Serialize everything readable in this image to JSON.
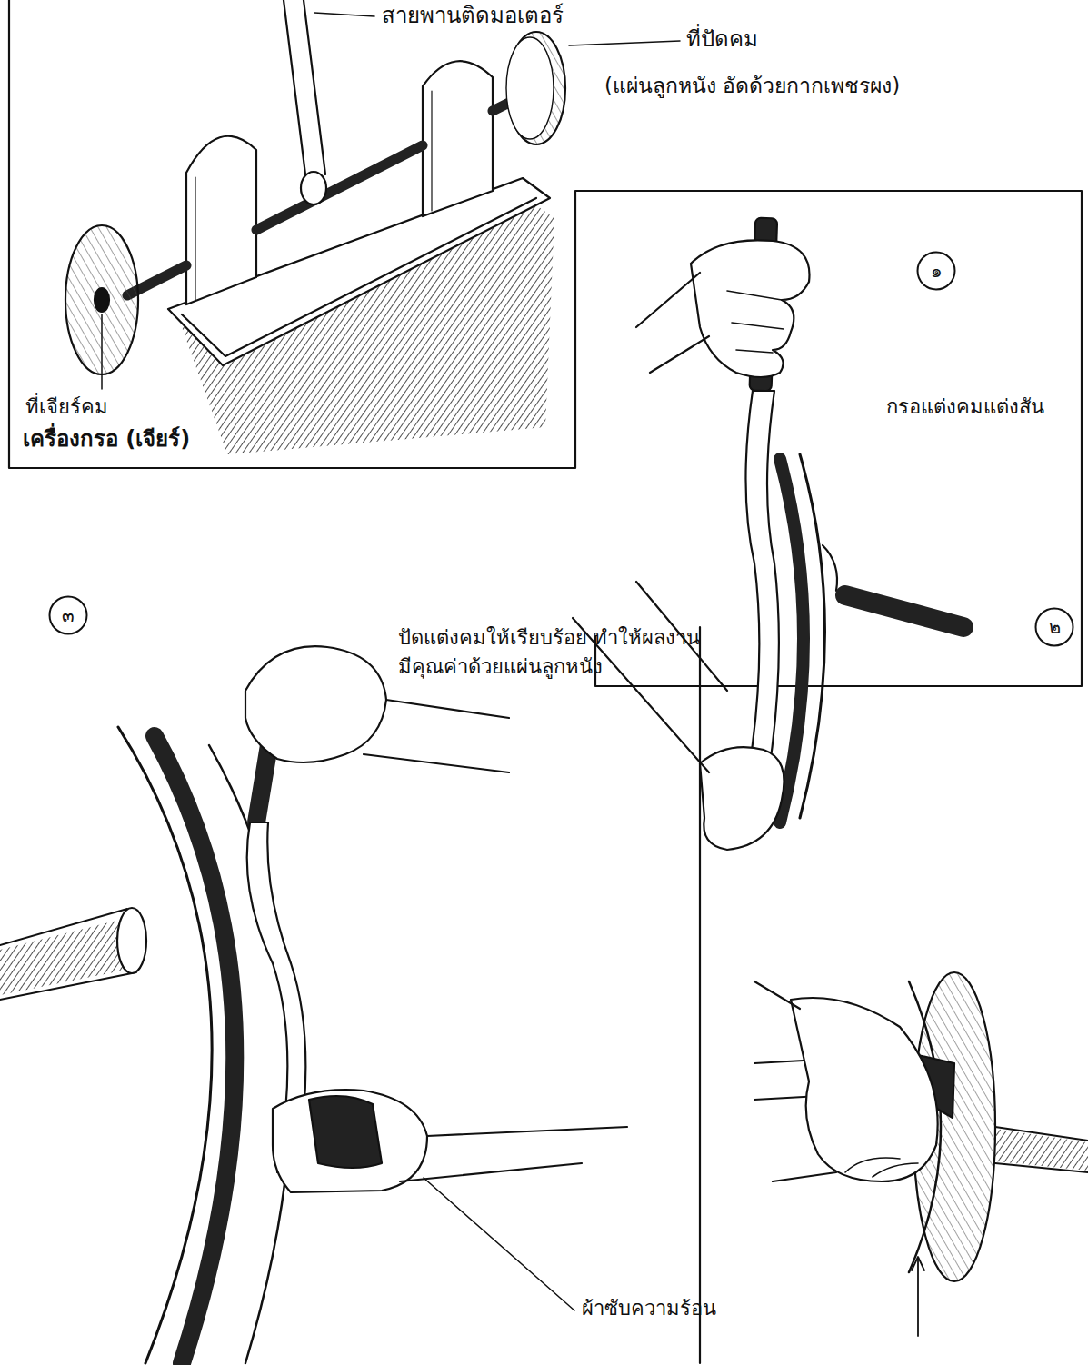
{
  "diagram": {
    "nodes": [
      {
        "text": [
          "๑"
        ]
      },
      {
        "text": [
          "๓"
        ]
      },
      {
        "text": [
          "๒"
        ]
      }
    ],
    "labels": [
      "สายพานติดมอเตอร์",
      "ที่ปัดคม",
      "(แผ่นลูกหนัง อัดด้วยกากเพชรผง)",
      "ที่เจียร์คม",
      "เครื่องกรอ (เจียร์)",
      "กรอแต่งคมแต่งสัน",
      "ปัดแต่งคมให้เรียบร้อย ทำให้ผลงาน มีคุณค่าด้วยแผ่นลูกหนัง",
      "ผ้าซับความร้อน"
    ]
  }
}
